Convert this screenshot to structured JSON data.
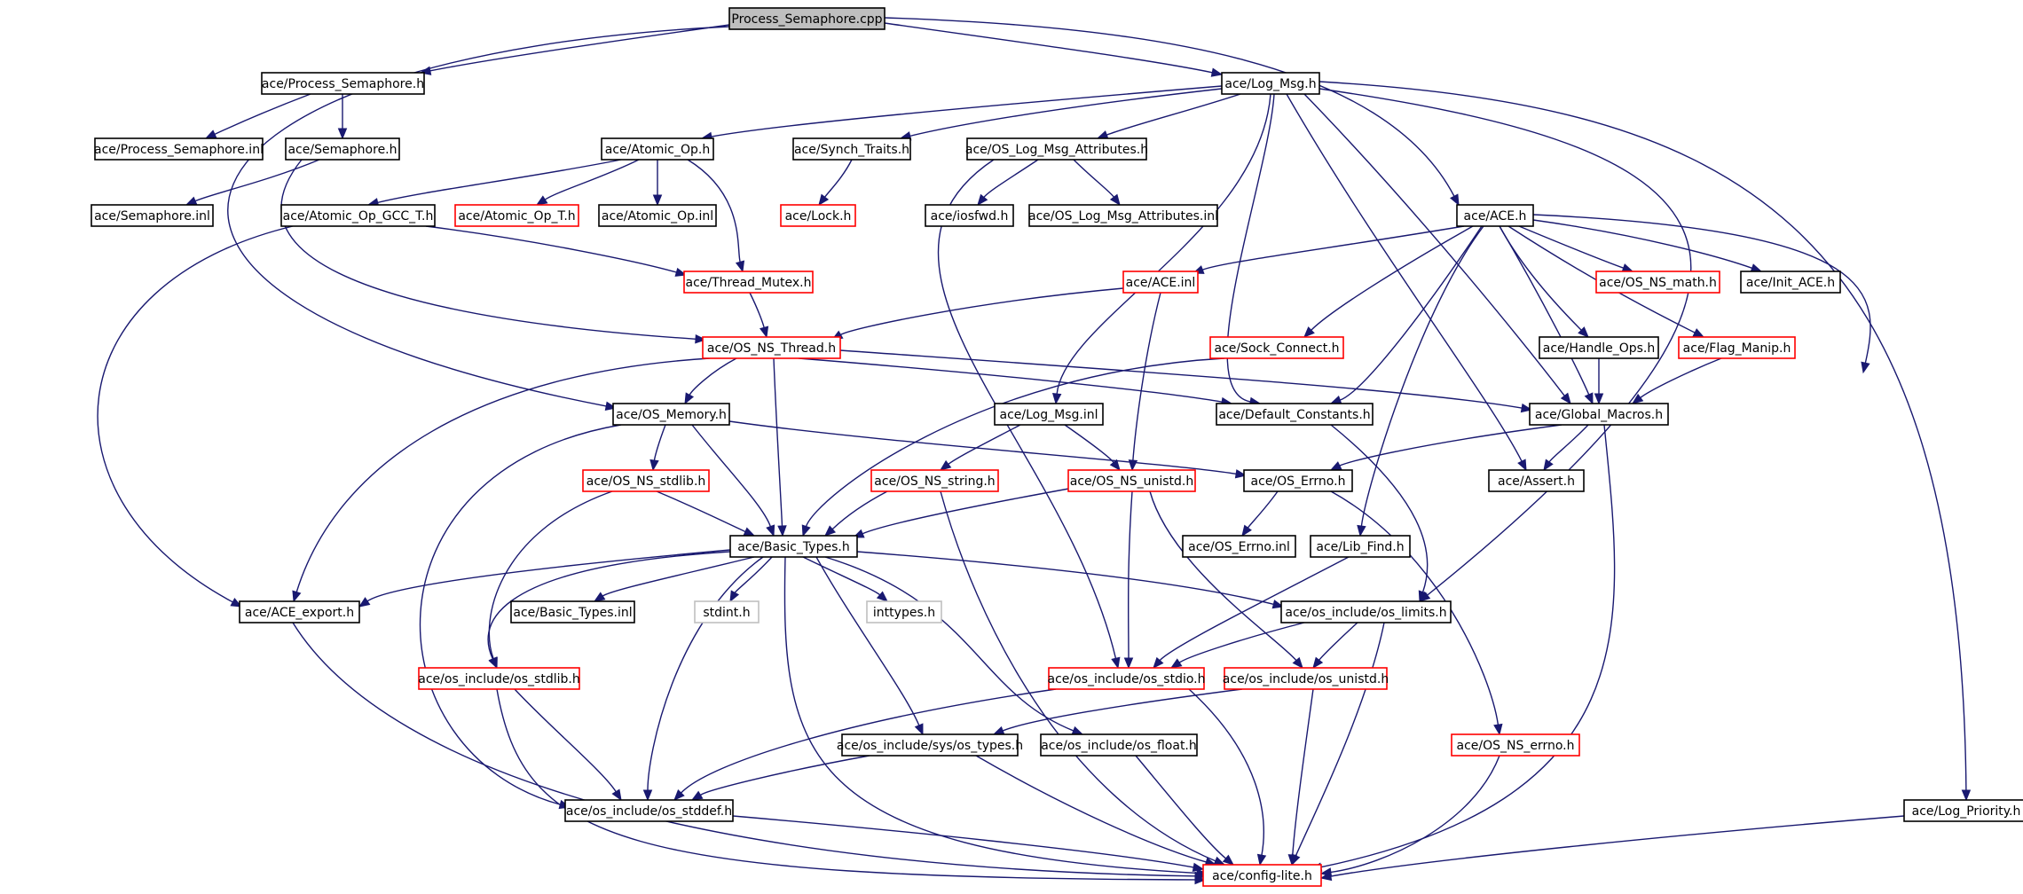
{
  "graph": {
    "colors": {
      "edge": "#191970",
      "root_fill": "#bfbfbf",
      "normal_border": "#000000",
      "truncated_border": "#ff0000",
      "external_border": "#bfbfbf"
    },
    "nodes": [
      {
        "id": "n_process_semaphore_cpp",
        "label": "Process_Semaphore.cpp",
        "style": "root"
      },
      {
        "id": "n_process_semaphore_h",
        "label": "ace/Process_Semaphore.h",
        "style": "normal"
      },
      {
        "id": "n_log_msg_h",
        "label": "ace/Log_Msg.h",
        "style": "normal"
      },
      {
        "id": "n_process_semaphore_inl",
        "label": "ace/Process_Semaphore.inl",
        "style": "normal"
      },
      {
        "id": "n_semaphore_h",
        "label": "ace/Semaphore.h",
        "style": "normal"
      },
      {
        "id": "n_atomic_op_h",
        "label": "ace/Atomic_Op.h",
        "style": "normal"
      },
      {
        "id": "n_synch_traits_h",
        "label": "ace/Synch_Traits.h",
        "style": "normal"
      },
      {
        "id": "n_os_log_msg_attributes_h",
        "label": "ace/OS_Log_Msg_Attributes.h",
        "style": "normal"
      },
      {
        "id": "n_semaphore_inl",
        "label": "ace/Semaphore.inl",
        "style": "normal"
      },
      {
        "id": "n_atomic_op_gcc_t_h",
        "label": "ace/Atomic_Op_GCC_T.h",
        "style": "normal"
      },
      {
        "id": "n_atomic_op_t_h",
        "label": "ace/Atomic_Op_T.h",
        "style": "truncated"
      },
      {
        "id": "n_atomic_op_inl",
        "label": "ace/Atomic_Op.inl",
        "style": "normal"
      },
      {
        "id": "n_lock_h",
        "label": "ace/Lock.h",
        "style": "truncated"
      },
      {
        "id": "n_iosfwd_h",
        "label": "ace/iosfwd.h",
        "style": "normal"
      },
      {
        "id": "n_os_log_msg_attributes_inl",
        "label": "ace/OS_Log_Msg_Attributes.inl",
        "style": "normal"
      },
      {
        "id": "n_ace_h",
        "label": "ace/ACE.h",
        "style": "normal"
      },
      {
        "id": "n_thread_mutex_h",
        "label": "ace/Thread_Mutex.h",
        "style": "truncated"
      },
      {
        "id": "n_ace_inl",
        "label": "ace/ACE.inl",
        "style": "truncated"
      },
      {
        "id": "n_os_ns_math_h",
        "label": "ace/OS_NS_math.h",
        "style": "truncated"
      },
      {
        "id": "n_init_ace_h",
        "label": "ace/Init_ACE.h",
        "style": "normal"
      },
      {
        "id": "n_os_ns_thread_h",
        "label": "ace/OS_NS_Thread.h",
        "style": "truncated"
      },
      {
        "id": "n_sock_connect_h",
        "label": "ace/Sock_Connect.h",
        "style": "truncated"
      },
      {
        "id": "n_handle_ops_h",
        "label": "ace/Handle_Ops.h",
        "style": "normal"
      },
      {
        "id": "n_flag_manip_h",
        "label": "ace/Flag_Manip.h",
        "style": "truncated"
      },
      {
        "id": "n_os_memory_h",
        "label": "ace/OS_Memory.h",
        "style": "normal"
      },
      {
        "id": "n_log_msg_inl",
        "label": "ace/Log_Msg.inl",
        "style": "normal"
      },
      {
        "id": "n_default_constants_h",
        "label": "ace/Default_Constants.h",
        "style": "normal"
      },
      {
        "id": "n_global_macros_h",
        "label": "ace/Global_Macros.h",
        "style": "normal"
      },
      {
        "id": "n_os_ns_stdlib_h",
        "label": "ace/OS_NS_stdlib.h",
        "style": "truncated"
      },
      {
        "id": "n_os_ns_string_h",
        "label": "ace/OS_NS_string.h",
        "style": "truncated"
      },
      {
        "id": "n_os_ns_unistd_h",
        "label": "ace/OS_NS_unistd.h",
        "style": "truncated"
      },
      {
        "id": "n_os_errno_h",
        "label": "ace/OS_Errno.h",
        "style": "normal"
      },
      {
        "id": "n_assert_h",
        "label": "ace/Assert.h",
        "style": "normal"
      },
      {
        "id": "n_basic_types_h",
        "label": "ace/Basic_Types.h",
        "style": "normal"
      },
      {
        "id": "n_os_errno_inl",
        "label": "ace/OS_Errno.inl",
        "style": "normal"
      },
      {
        "id": "n_lib_find_h",
        "label": "ace/Lib_Find.h",
        "style": "normal"
      },
      {
        "id": "n_ace_export_h",
        "label": "ace/ACE_export.h",
        "style": "normal"
      },
      {
        "id": "n_basic_types_inl",
        "label": "ace/Basic_Types.inl",
        "style": "normal"
      },
      {
        "id": "n_stdint_h",
        "label": "stdint.h",
        "style": "external"
      },
      {
        "id": "n_inttypes_h",
        "label": "inttypes.h",
        "style": "external"
      },
      {
        "id": "n_os_limits_h",
        "label": "ace/os_include/os_limits.h",
        "style": "normal"
      },
      {
        "id": "n_os_stdlib_h",
        "label": "ace/os_include/os_stdlib.h",
        "style": "truncated"
      },
      {
        "id": "n_os_stdio_h",
        "label": "ace/os_include/os_stdio.h",
        "style": "truncated"
      },
      {
        "id": "n_os_unistd_h",
        "label": "ace/os_include/os_unistd.h",
        "style": "truncated"
      },
      {
        "id": "n_sys_os_types_h",
        "label": "ace/os_include/sys/os_types.h",
        "style": "normal"
      },
      {
        "id": "n_os_float_h",
        "label": "ace/os_include/os_float.h",
        "style": "normal"
      },
      {
        "id": "n_os_ns_errno_h",
        "label": "ace/OS_NS_errno.h",
        "style": "truncated"
      },
      {
        "id": "n_os_stddef_h",
        "label": "ace/os_include/os_stddef.h",
        "style": "normal"
      },
      {
        "id": "n_log_priority_h",
        "label": "ace/Log_Priority.h",
        "style": "normal"
      },
      {
        "id": "n_config_lite_h",
        "label": "ace/config-lite.h",
        "style": "truncated"
      }
    ]
  }
}
